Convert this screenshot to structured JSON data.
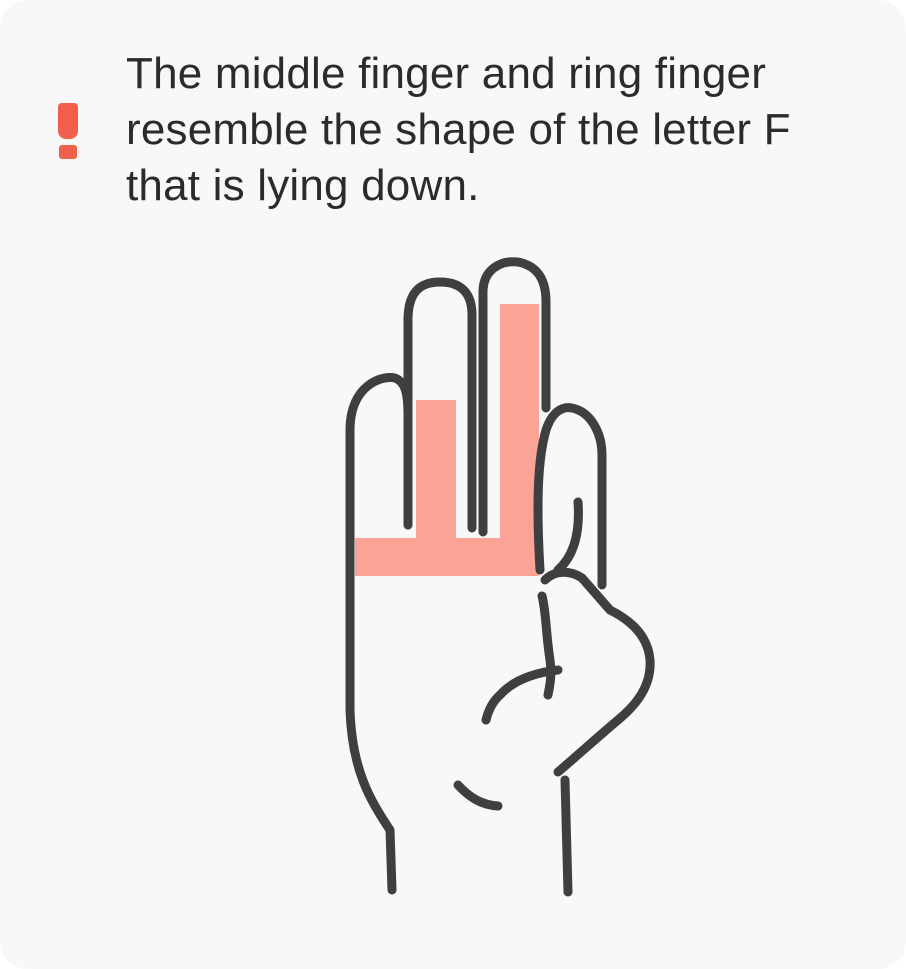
{
  "tip": {
    "icon": "exclamation-icon",
    "text": "The middle finger and ring finger resemble the shape of the letter F that is lying down."
  },
  "colors": {
    "background": "#f8f8f8",
    "accent": "#f25f4c",
    "highlight": "#fba396",
    "text": "#2b2b2b",
    "line": "#3e3f41"
  },
  "illustration": {
    "subject": "hand-sign-letter-f-lying-down",
    "highlight_shape": "lying-letter-f"
  }
}
